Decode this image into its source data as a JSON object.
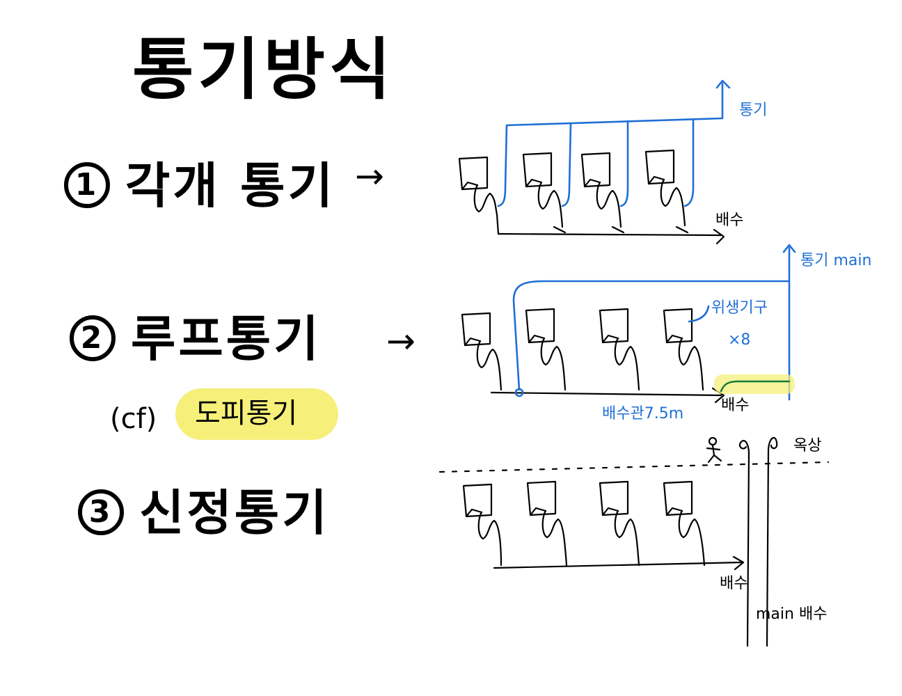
{
  "title": "통기방식",
  "sections": [
    {
      "number": "1",
      "name": "각개 통기",
      "arrow": "→"
    },
    {
      "number": "2",
      "name": "루프통기",
      "arrow": "→"
    },
    {
      "number": "3",
      "name": "신정통기"
    }
  ],
  "cf": {
    "prefix": "(cf)",
    "highlight": "도피통기"
  },
  "labels": {
    "vent": "통기",
    "drain": "배수",
    "vent_main": "통기 main",
    "fixtures": "위생기구",
    "fixtures_count": "×8",
    "drain_pipe": "배수관7.5m",
    "drain2": "배수",
    "roof": "옥상",
    "drain3": "배수",
    "main_drain": "main 배수"
  },
  "colors": {
    "ink": "#000000",
    "vent_blue": "#1f6fd6",
    "highlight": "#f6f07a"
  }
}
